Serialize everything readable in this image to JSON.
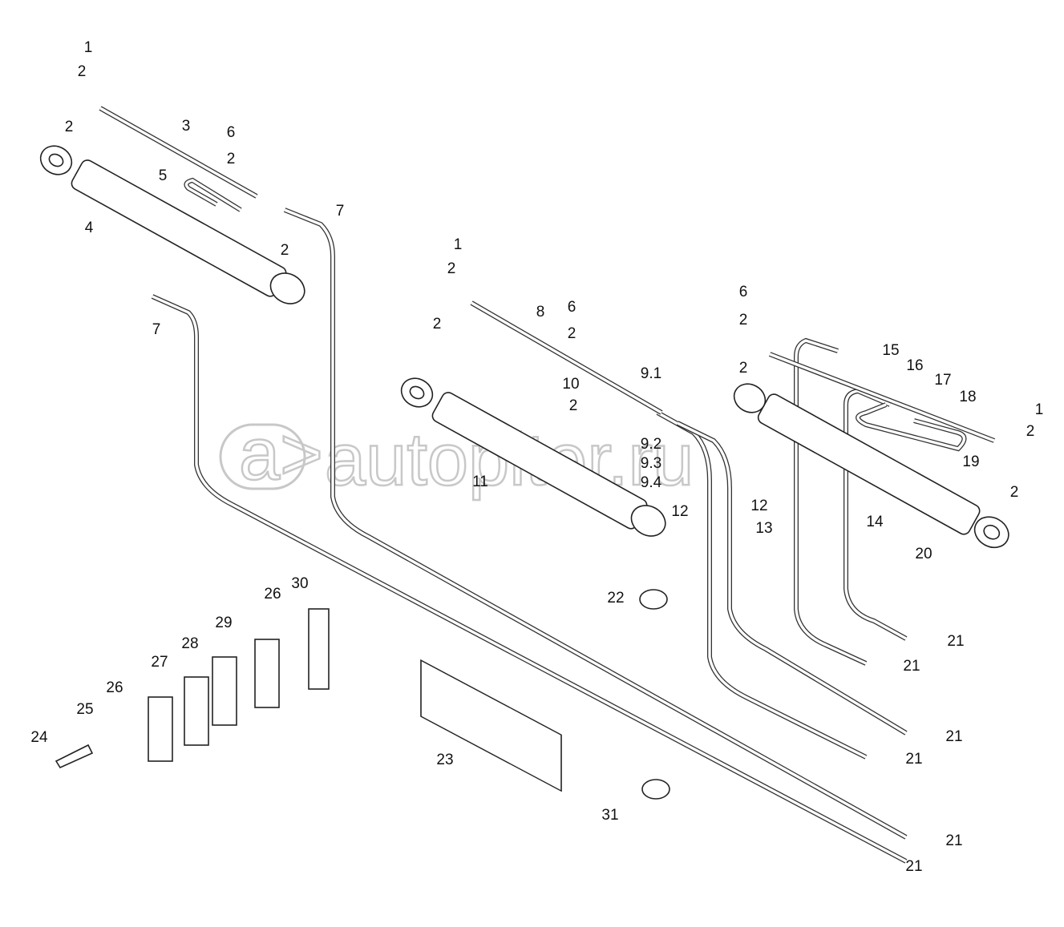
{
  "watermark": {
    "text": "autopiter.ru",
    "logo": "a>"
  },
  "callouts": [
    "1",
    "2",
    "2",
    "3",
    "6",
    "2",
    "5",
    "7",
    "4",
    "2",
    "7",
    "1",
    "2",
    "8",
    "6",
    "2",
    "2",
    "9.1",
    "10",
    "2",
    "9.2",
    "9.3",
    "9.4",
    "11",
    "12",
    "12",
    "6",
    "2",
    "15",
    "16",
    "2",
    "17",
    "18",
    "1",
    "2",
    "19",
    "2",
    "13",
    "14",
    "20",
    "22",
    "30",
    "26",
    "29",
    "28",
    "27",
    "26",
    "25",
    "24",
    "23",
    "31",
    "21",
    "21",
    "21",
    "21",
    "21",
    "21"
  ]
}
